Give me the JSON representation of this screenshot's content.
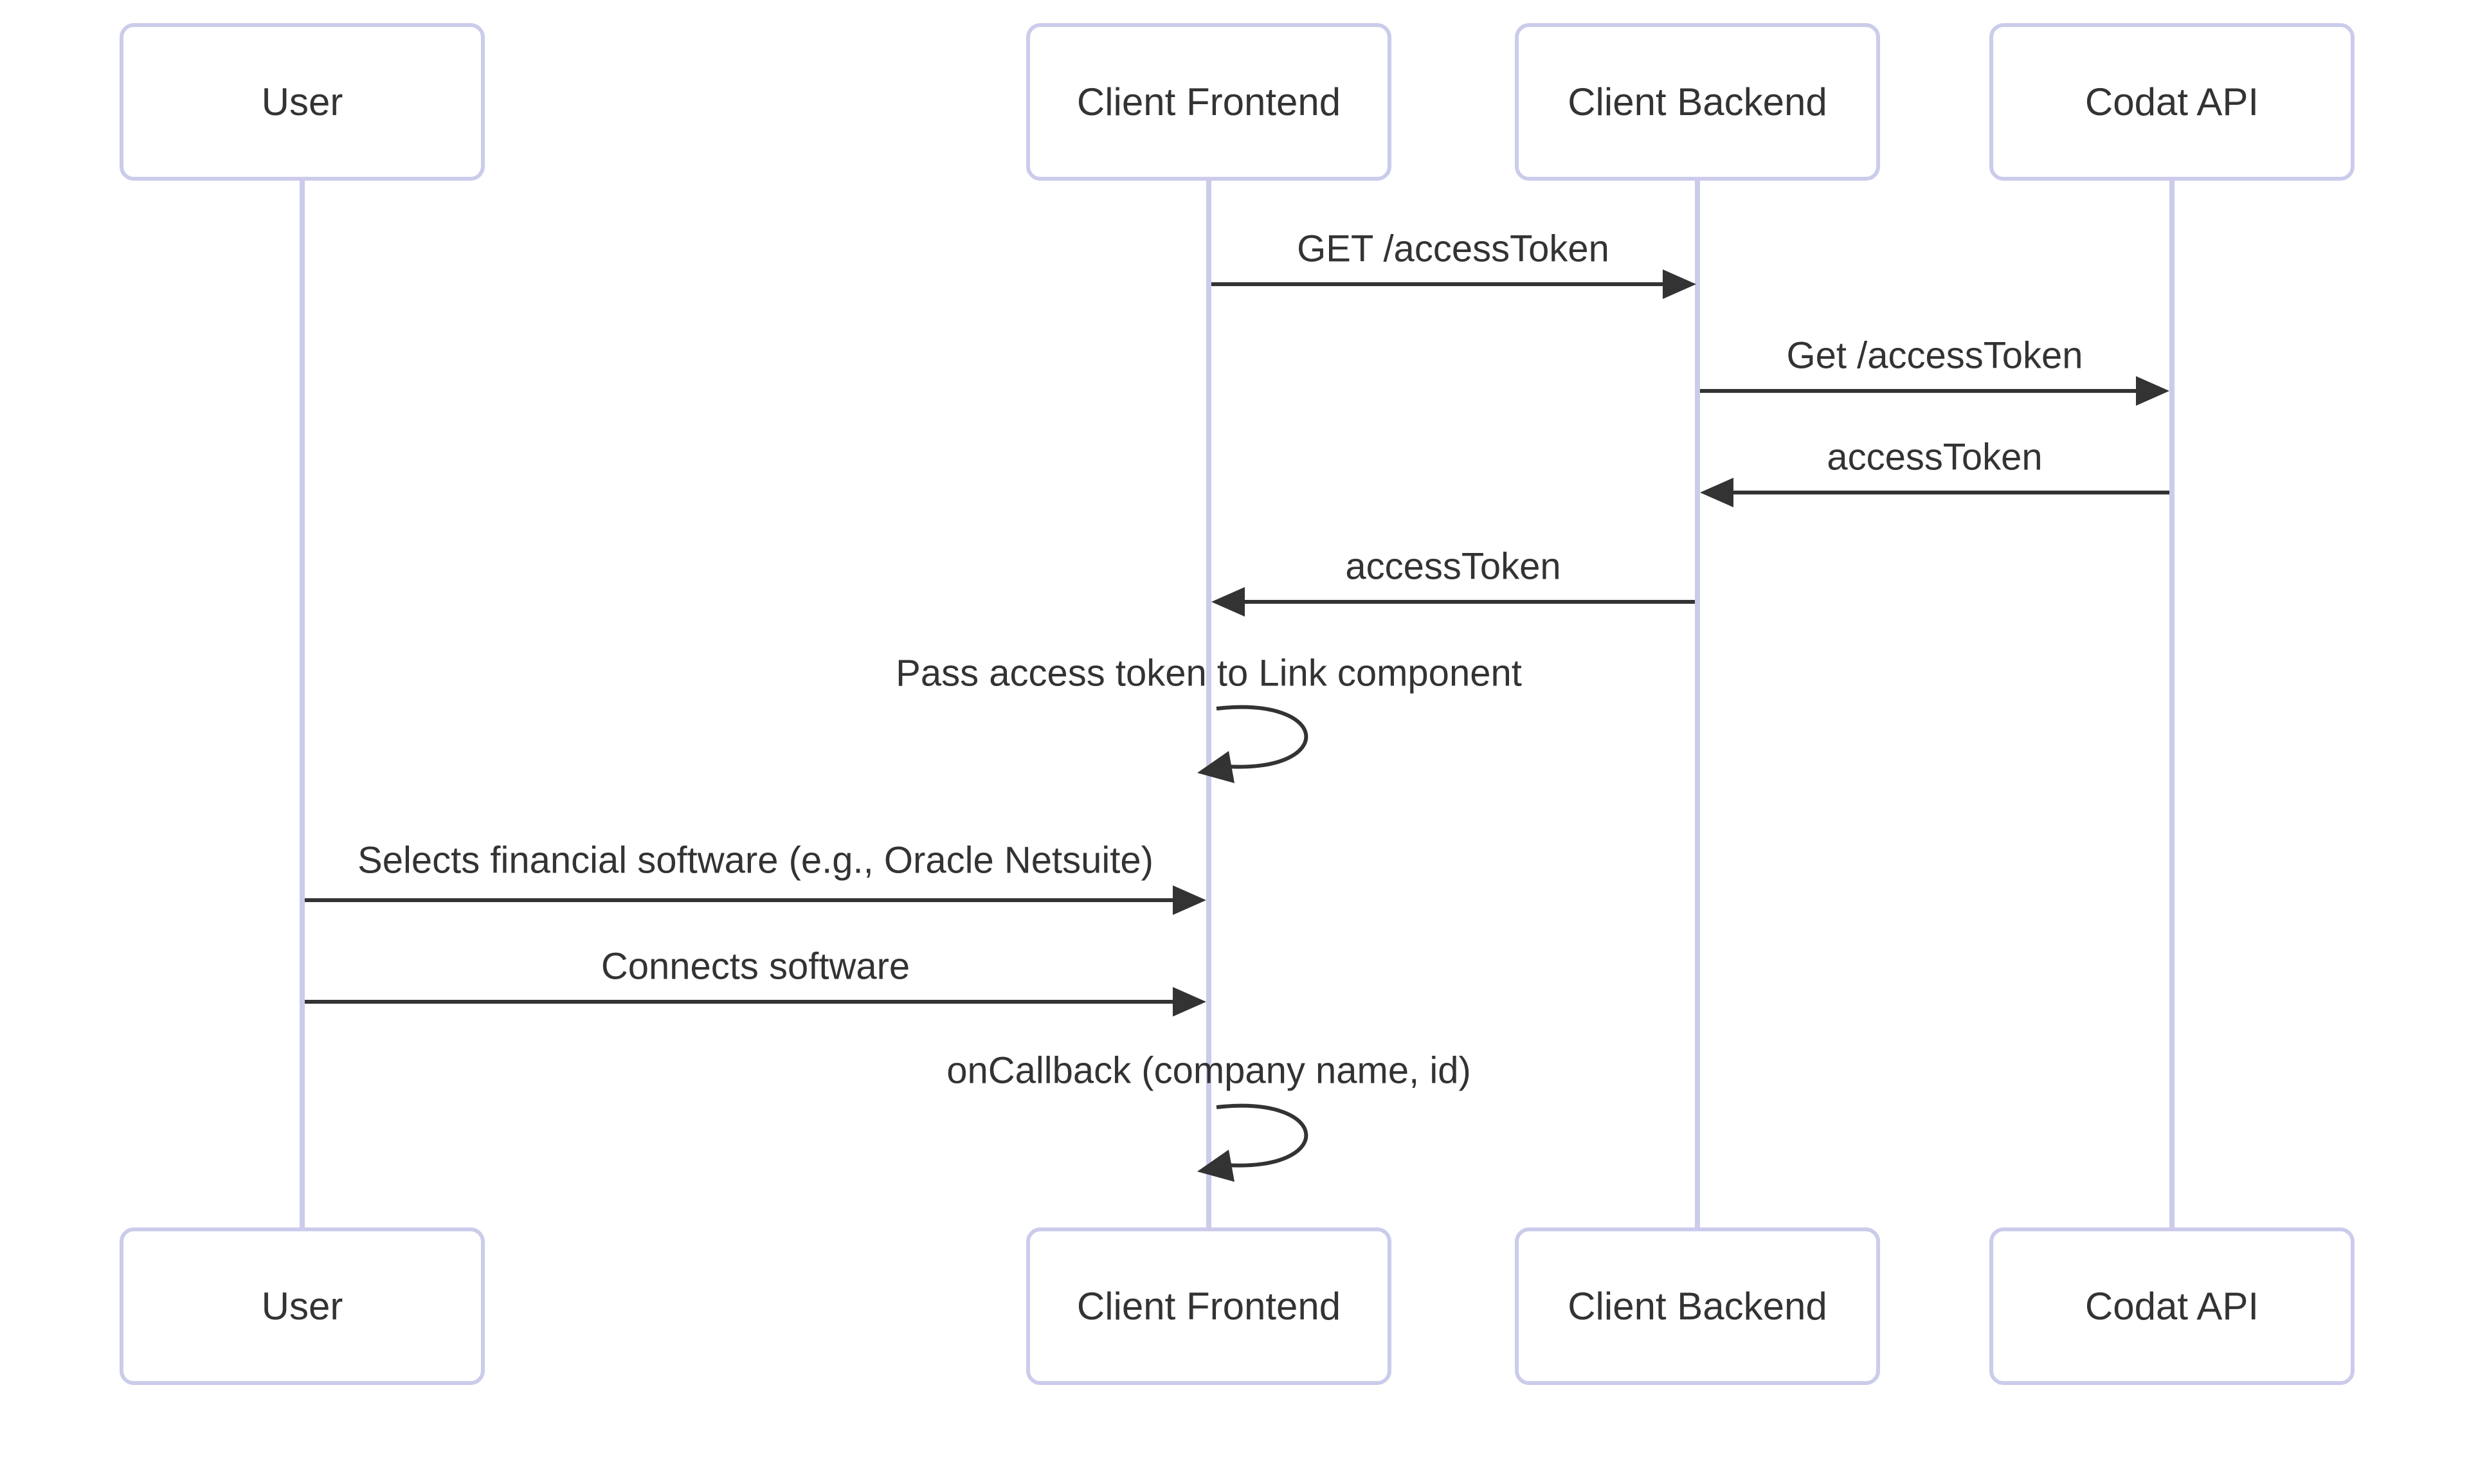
{
  "diagram": {
    "type": "sequence-diagram",
    "background": "#ffffff",
    "colors": {
      "actor_border": "#CBCBEB",
      "lifeline": "#CBCBEB",
      "text": "#333333",
      "arrow": "#333333"
    }
  },
  "actors": [
    {
      "label": "User"
    },
    {
      "label": "Client Frontend"
    },
    {
      "label": "Client Backend"
    },
    {
      "label": "Codat API"
    }
  ],
  "messages": [
    {
      "label": "GET /accessToken",
      "from": "Client Frontend",
      "to": "Client Backend",
      "type": "arrow"
    },
    {
      "label": "Get /accessToken",
      "from": "Client Backend",
      "to": "Codat API",
      "type": "arrow"
    },
    {
      "label": "accessToken",
      "from": "Codat API",
      "to": "Client Backend",
      "type": "arrow"
    },
    {
      "label": "accessToken",
      "from": "Client Backend",
      "to": "Client Frontend",
      "type": "arrow"
    },
    {
      "label": "Pass access token to Link component",
      "from": "Client Frontend",
      "to": "Client Frontend",
      "type": "self"
    },
    {
      "label": "Selects financial software (e.g., Oracle Netsuite)",
      "from": "User",
      "to": "Client Frontend",
      "type": "arrow"
    },
    {
      "label": "Connects software",
      "from": "User",
      "to": "Client Frontend",
      "type": "arrow"
    },
    {
      "label": "onCallback (company name, id)",
      "from": "Client Frontend",
      "to": "Client Frontend",
      "type": "self"
    }
  ]
}
